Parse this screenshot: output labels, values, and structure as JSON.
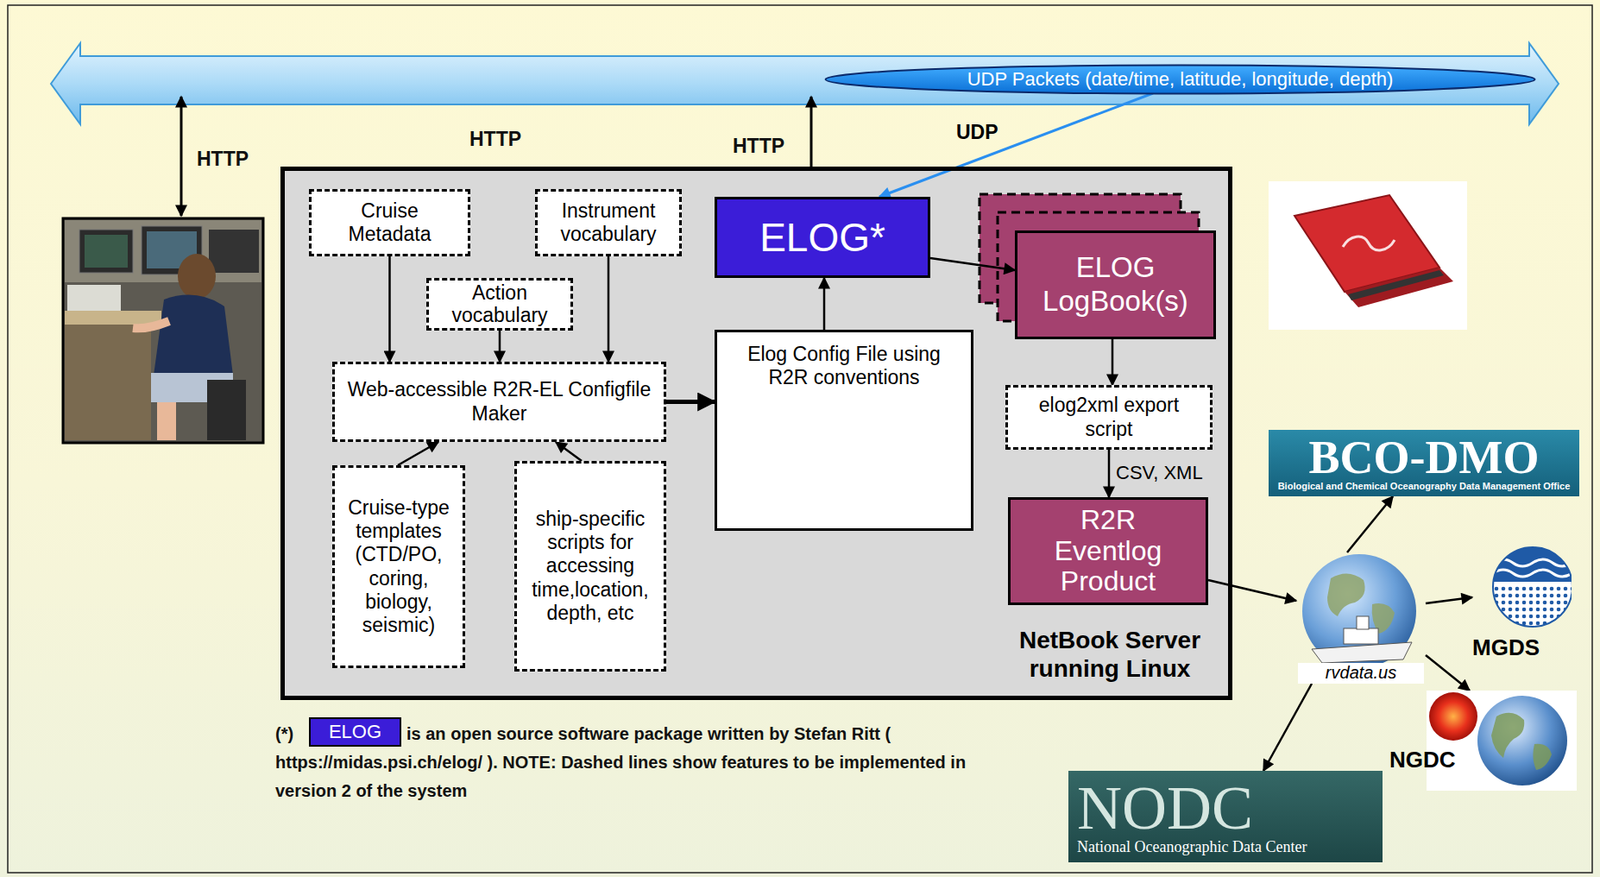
{
  "diagram": {
    "nodes": [
      {
        "text": [
          "UDP Packets (date/time, latitude, longitude, depth)"
        ]
      },
      {
        "text": [
          "NetBook Server running Linux"
        ]
      },
      {
        "text": [
          "Cruise Metadata"
        ],
        "in": 1
      },
      {
        "text": [
          "Instrument vocabulary"
        ],
        "in": 1
      },
      {
        "text": [
          "ELOG*"
        ],
        "in": 1
      },
      {
        "text": [
          "Action vocabulary"
        ],
        "in": 1
      },
      {
        "text": [
          "ELOG LogBook(s)"
        ],
        "in": 1
      },
      {
        "text": [
          "Web-accessible R2R-EL Configfile Maker"
        ],
        "in": 1
      },
      {
        "text": [
          "Elog Config File using R2R conventions"
        ],
        "in": 1
      },
      {
        "text": [
          "elog2xml export script"
        ],
        "in": 1
      },
      {
        "text": [
          "Cruise-type templates (CTD/PO, coring, biology, seismic)"
        ],
        "in": 1
      },
      {
        "text": [
          "ship-specific scripts for accessing time,location, depth, etc"
        ],
        "in": 1
      },
      {
        "text": [
          "R2R Eventlog Product"
        ],
        "in": 1
      },
      {
        "text": [
          "BCO-DMO",
          "Biological and Chemical Oceanography Data Management Office"
        ]
      },
      {
        "text": [
          "rvdata.us"
        ]
      },
      {
        "text": [
          "MGDS"
        ]
      },
      {
        "text": [
          "NGDC"
        ]
      },
      {
        "text": [
          "NODC",
          "National Oceanographic Data Center"
        ]
      },
      {
        "text": [
          "ELOG"
        ]
      }
    ],
    "edges": [
      {
        "from": 2,
        "to": 7,
        "arrow": "to"
      },
      {
        "from": 5,
        "to": 7,
        "arrow": "to"
      },
      {
        "from": 3,
        "to": 7,
        "arrow": "to"
      },
      {
        "from": 10,
        "to": 7,
        "arrow": "to"
      },
      {
        "from": 11,
        "to": 7,
        "arrow": "to"
      },
      {
        "from": 7,
        "to": 8,
        "arrow": "to"
      },
      {
        "from": 8,
        "to": 4,
        "arrow": "to"
      },
      {
        "from": 4,
        "to": 6,
        "arrow": "to"
      },
      {
        "from": 6,
        "to": 9,
        "arrow": "to"
      },
      {
        "from": 9,
        "to": 12,
        "label": "CSV, XML",
        "arrow": "to"
      },
      {
        "from": 12,
        "to": 14,
        "arrow": "to"
      },
      {
        "from": 14,
        "to": 13,
        "arrow": "to"
      },
      {
        "from": 14,
        "to": 15,
        "arrow": "to"
      },
      {
        "from": 14,
        "to": 16,
        "arrow": "to"
      },
      {
        "from": 14,
        "to": 17,
        "arrow": "to"
      },
      {
        "from": 0,
        "to": 4,
        "label": "UDP",
        "arrow": "to"
      }
    ],
    "labels": [
      "HTTP",
      "HTTP",
      "HTTP",
      "(*)",
      "is an open source software package written by Stefan Ritt ( https://midas.psi.ch/elog/ ). NOTE: Dashed lines show features to be implemented in version 2 of the system"
    ]
  }
}
